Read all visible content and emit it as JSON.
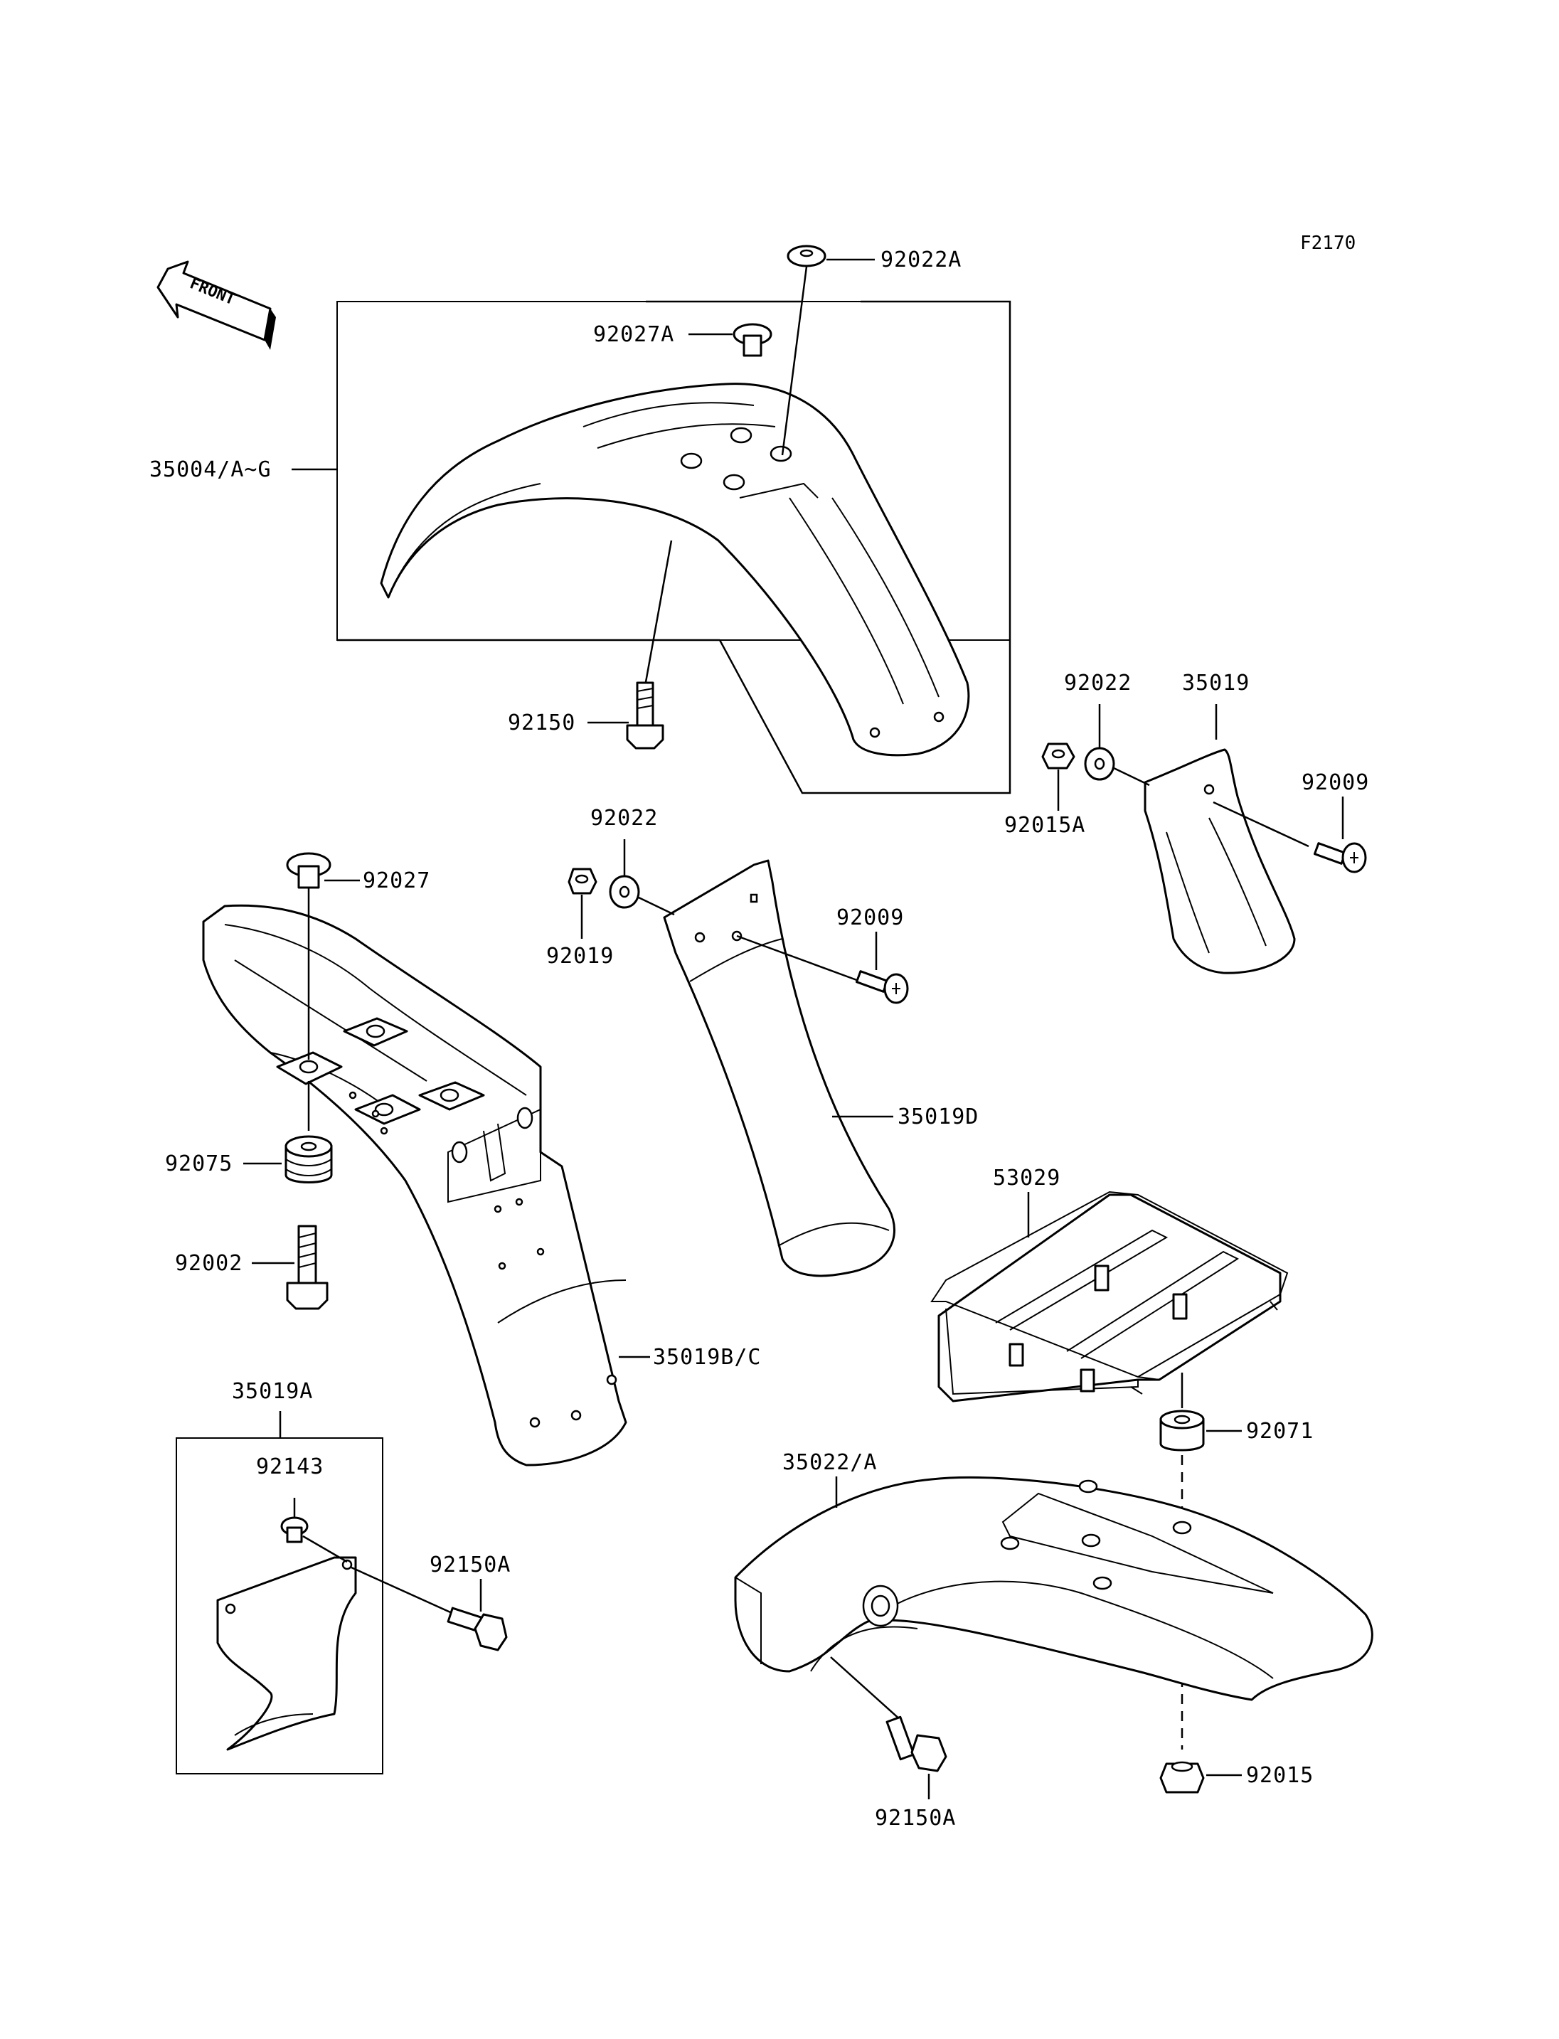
{
  "figure_code": "F2170",
  "front_arrow_text": "FRONT",
  "labels": {
    "p92022A": "92022A",
    "p92027A": "92027A",
    "p35004": "35004/A~G",
    "p92150": "92150",
    "p92022_right": "92022",
    "p35019": "35019",
    "p92009_right": "92009",
    "p92015A": "92015A",
    "p92022_mid": "92022",
    "p92019": "92019",
    "p92009_mid": "92009",
    "p92027": "92027",
    "p35019D": "35019D",
    "p92075": "92075",
    "p92002": "92002",
    "p53029": "53029",
    "p35019BC": "35019B/C",
    "p35019A": "35019A",
    "p92143": "92143",
    "p92150A_left": "92150A",
    "p92071": "92071",
    "p35022": "35022/A",
    "p92150A_bottom": "92150A",
    "p92015": "92015"
  }
}
